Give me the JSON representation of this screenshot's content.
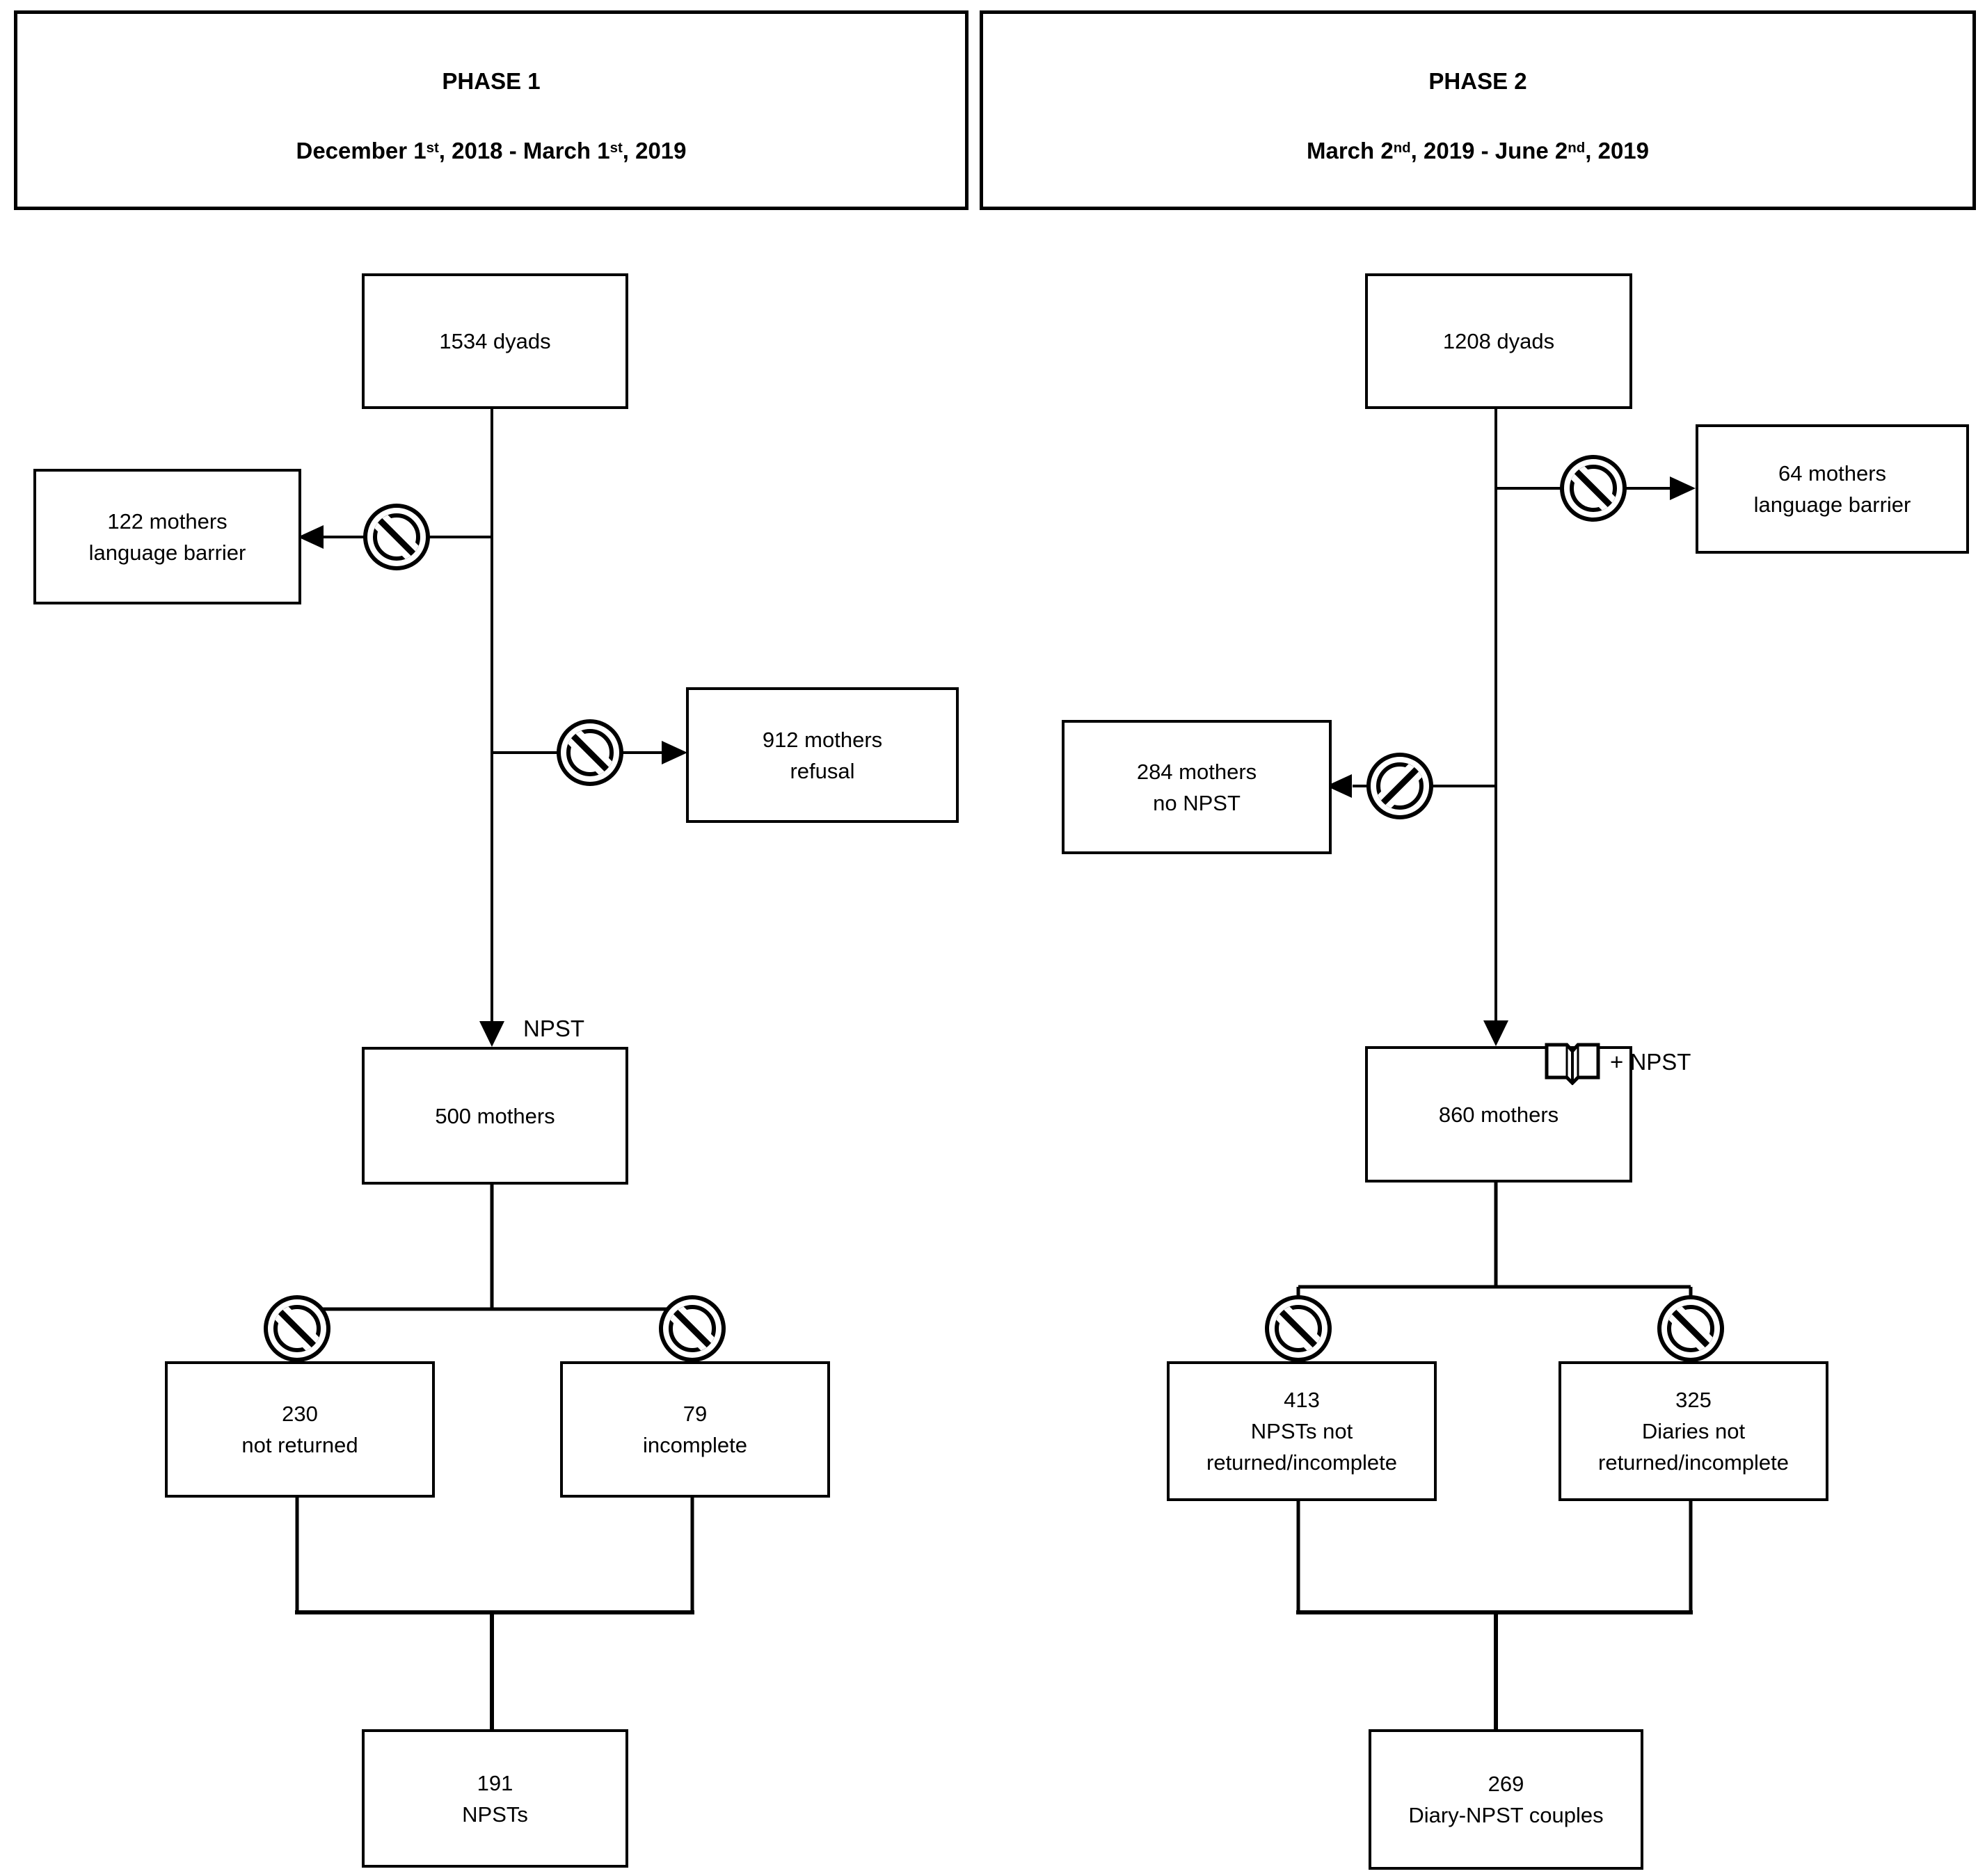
{
  "colors": {
    "ink": "#000000",
    "background": "#ffffff"
  },
  "icons": {
    "prohibition_icon": "no-entry circle with diagonal slash (excluded)",
    "open_book_icon": "open diary/book"
  },
  "phase1": {
    "header": {
      "title": "PHASE 1",
      "date_pre": "December 1",
      "date_sup1": "st",
      "date_mid": ", 2018 - March 1",
      "date_sup2": "st",
      "date_post": ", 2019"
    },
    "dyads": {
      "label": "1534 dyads"
    },
    "excl_language": {
      "line1": "122 mothers",
      "line2": "language barrier"
    },
    "excl_refusal": {
      "line1": "912 mothers",
      "line2": "refusal"
    },
    "npst_label": "NPST",
    "mothers": {
      "label": "500 mothers"
    },
    "excl_not_returned": {
      "line1": "230",
      "line2": "not returned"
    },
    "excl_incomplete": {
      "line1": "79",
      "line2": "incomplete"
    },
    "result": {
      "line1": "191",
      "line2": "NPSTs"
    }
  },
  "phase2": {
    "header": {
      "title": "PHASE 2",
      "date_pre": "March 2",
      "date_sup1": "nd",
      "date_mid": ", 2019 - June 2",
      "date_sup2": "nd",
      "date_post": ", 2019"
    },
    "dyads": {
      "label": "1208 dyads"
    },
    "excl_language": {
      "line1": "64 mothers",
      "line2": "language barrier"
    },
    "excl_no_npst": {
      "line1": "284 mothers",
      "line2": "no NPST"
    },
    "book_label": "+ NPST",
    "mothers": {
      "label": "860 mothers"
    },
    "excl_npsts": {
      "line1": "413",
      "line2": "NPSTs not",
      "line3": "returned/incomplete"
    },
    "excl_diaries": {
      "line1": "325",
      "line2": "Diaries not",
      "line3": "returned/incomplete"
    },
    "result": {
      "line1": "269",
      "line2": "Diary-NPST couples"
    }
  }
}
